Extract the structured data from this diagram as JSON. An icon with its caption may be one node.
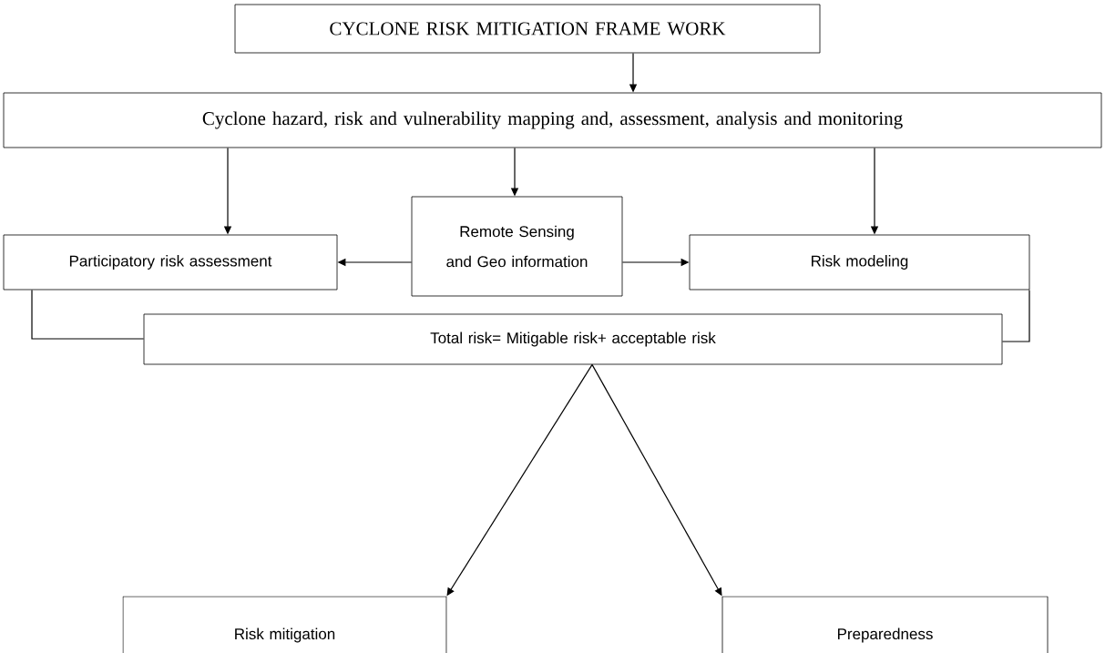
{
  "diagram": {
    "nodes": [
      {
        "text": [
          "CYCLONE RISK MITIGATION FRAME WORK"
        ]
      },
      {
        "text": [
          "Cyclone hazard, risk and vulnerability mapping and, assessment, analysis and monitoring"
        ]
      },
      {
        "text": [
          "Participatory risk assessment"
        ]
      },
      {
        "text": [
          "Remote Sensing and Geo information"
        ]
      },
      {
        "text": [
          "Risk modeling"
        ]
      },
      {
        "text": [
          "Total risk= Mitigable risk+ acceptable risk"
        ]
      },
      {
        "text": [
          "Risk mitigation"
        ]
      },
      {
        "text": [
          "Preparedness"
        ]
      }
    ],
    "edges": [
      {
        "from": 0,
        "to": 1,
        "arrow": "to"
      },
      {
        "from": 1,
        "to": 2,
        "arrow": "to"
      },
      {
        "from": 1,
        "to": 3,
        "arrow": "to"
      },
      {
        "from": 1,
        "to": 4,
        "arrow": "to"
      },
      {
        "from": 3,
        "to": 2,
        "arrow": "to"
      },
      {
        "from": 3,
        "to": 4,
        "arrow": "to"
      },
      {
        "from": 2,
        "to": 5,
        "arrow": "none"
      },
      {
        "from": 4,
        "to": 5,
        "arrow": "none"
      },
      {
        "from": 5,
        "to": 6,
        "arrow": "to"
      },
      {
        "from": 5,
        "to": 7,
        "arrow": "to"
      }
    ]
  }
}
